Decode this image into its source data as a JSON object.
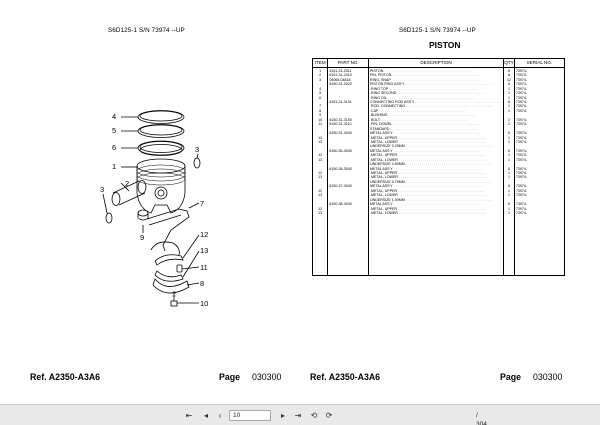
{
  "left_page": {
    "header": "S6D125-1 S/N 73974 --UP",
    "footer": {
      "ref": "Ref.  A2350-A3A6",
      "page_label": "Page",
      "page_number": "030300"
    },
    "callouts": [
      "4",
      "5",
      "6",
      "1",
      "3",
      "2",
      "9",
      "7",
      "12",
      "13",
      "11",
      "8",
      "10",
      "3"
    ]
  },
  "right_page": {
    "header": "S6D125-1 S/N 73974 --UP",
    "title": "PISTON",
    "footer": {
      "ref": "Ref.  A2350-A3A6",
      "page_label": "Page",
      "page_number": "030300"
    },
    "table": {
      "columns": [
        "ITEM",
        "PART NO.",
        "DESCRIPTION",
        "QTY",
        "SERIAL NO."
      ],
      "rows": [
        [
          "1",
          "6151-31-2511",
          "PISTON",
          "6",
          "73974-"
        ],
        [
          "2",
          "6151-31-2410",
          "PIN, PISTON",
          "6",
          "73974-"
        ],
        [
          "3",
          "04065-04818",
          "RING, SNAP",
          "12",
          "73974-"
        ],
        [
          "",
          "6150-31-2020",
          "PISTON RING ASS'Y",
          "6",
          "73974-"
        ],
        [
          "4",
          "",
          ".RING TOP",
          "1",
          "73974-"
        ],
        [
          "5",
          "",
          ".RING SECOND",
          "1",
          "73974-"
        ],
        [
          "6",
          "",
          ".RING OIL",
          "1",
          "73974-"
        ],
        [
          "",
          "6151-31-3101",
          "CONNECTING ROD ASS'Y",
          "6",
          "73974-"
        ],
        [
          "7",
          "",
          ".ROD, CONNECTING",
          "1",
          "73974-"
        ],
        [
          "8",
          "",
          ".CAP",
          "1",
          "73974-"
        ],
        [
          "9",
          "",
          ".BUSHING",
          "",
          ""
        ],
        [
          "10",
          "6150-31-3150",
          ".BOLT",
          "2",
          "73974-"
        ],
        [
          "11",
          "6150-31-3110",
          ".PIN, DOWEL",
          "2",
          "73974-"
        ],
        [
          "",
          "",
          "STANDARD",
          "",
          ""
        ],
        [
          "",
          "6150-31-3040",
          "METAL ASS'Y",
          "6",
          "73974-"
        ],
        [
          "12",
          "",
          ".METAL, UPPER",
          "1",
          "73974-"
        ],
        [
          "13",
          "",
          ".METAL, LOWER",
          "1",
          "73974-"
        ],
        [
          "",
          "",
          "UNDERSIZE 0.25MM",
          "",
          ""
        ],
        [
          "",
          "6150-35-3040",
          "METAL ASS'Y",
          "6",
          "73974-"
        ],
        [
          "12",
          "",
          ".METAL, UPPER",
          "1",
          "73974-"
        ],
        [
          "13",
          "",
          ".METAL, LOWER",
          "1",
          "73974-"
        ],
        [
          "",
          "",
          "UNDERSIZE 0.50MM",
          "",
          ""
        ],
        [
          "",
          "6150-36-3040",
          "METAL ASS'Y",
          "6",
          "73974-"
        ],
        [
          "12",
          "",
          ".METAL, UPPER",
          "1",
          "73974-"
        ],
        [
          "13",
          "",
          ".METAL, LOWER",
          "1",
          "73974-"
        ],
        [
          "",
          "",
          "UNDERSIZE 0.75MM",
          "",
          ""
        ],
        [
          "",
          "6150-37-3040",
          "METAL ASS'Y",
          "6",
          "73974-"
        ],
        [
          "12",
          "",
          ".METAL, UPPER",
          "1",
          "73974-"
        ],
        [
          "13",
          "",
          ".METAL, LOWER",
          "1",
          "73974-"
        ],
        [
          "",
          "",
          "UNDERSIZE 1.00MM",
          "",
          ""
        ],
        [
          "",
          "6150-38-3040",
          "METAL ASS'Y",
          "6",
          "73974-"
        ],
        [
          "12",
          "",
          ".METAL, UPPER",
          "1",
          "73974-"
        ],
        [
          "13",
          "",
          ".METAL, LOWER",
          "1",
          "73974-"
        ]
      ]
    }
  },
  "toolbar": {
    "page_current": "10",
    "page_total": "/ 304",
    "icons": [
      "first-page-icon",
      "prev-page-icon",
      "next-page-icon",
      "last-page-icon",
      "back-icon",
      "forward-icon"
    ]
  }
}
